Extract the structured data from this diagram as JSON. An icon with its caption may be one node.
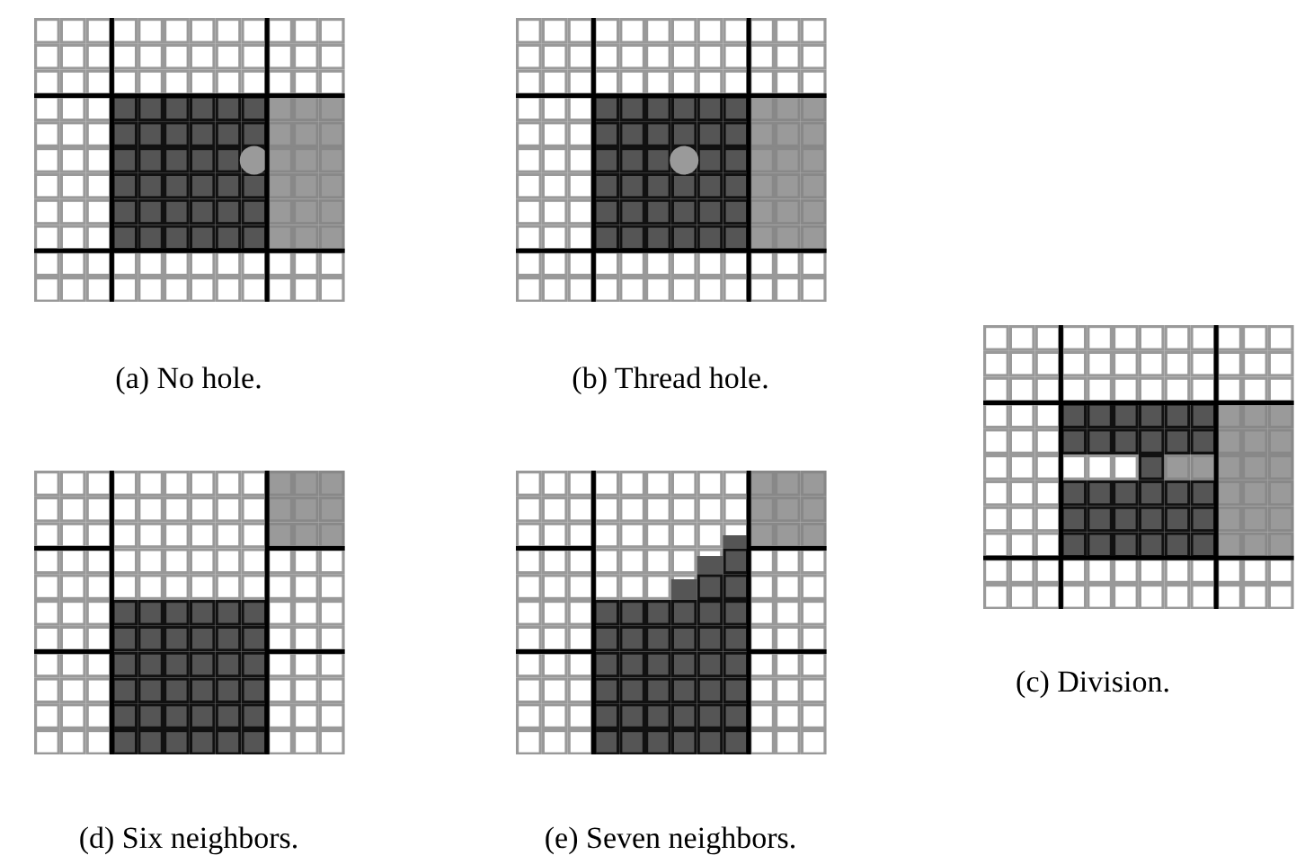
{
  "diagram": {
    "labels": [
      "(a) No hole.",
      "(b) Thread hole.",
      "(c) Division.",
      "(d) Six neighbors.",
      "(e) Seven neighbors."
    ]
  }
}
